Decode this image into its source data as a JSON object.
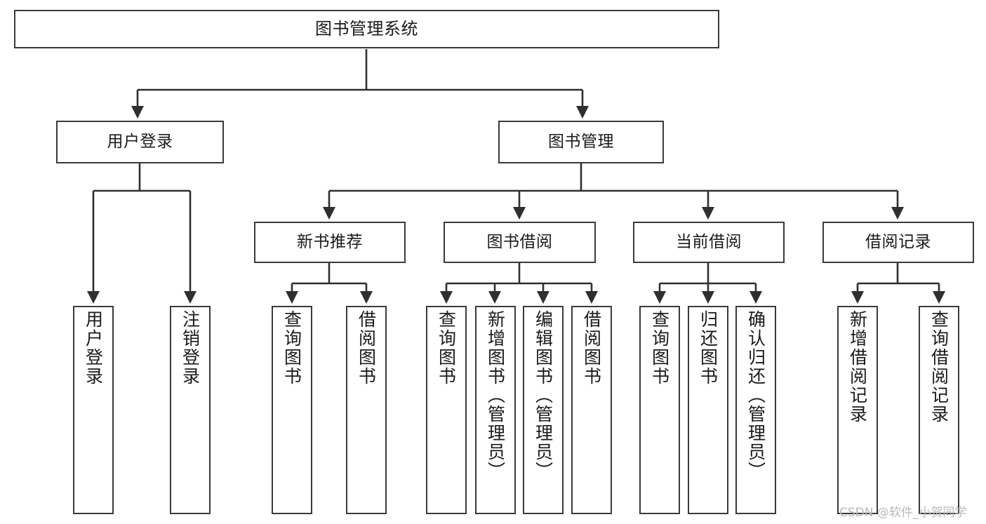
{
  "diagram": {
    "type": "tree",
    "title": "图书管理系统",
    "orientation": "top-down",
    "colors": {
      "box_stroke": "#3a3a3a",
      "box_fill": "#ffffff",
      "edge": "#2f2f2f",
      "text": "#1a1a1a",
      "watermark": "#b9b9b9"
    },
    "nodes": {
      "root": {
        "label": "图书管理系统"
      },
      "level2": [
        {
          "id": "user-login",
          "label": "用户登录"
        },
        {
          "id": "book-management",
          "label": "图书管理"
        }
      ],
      "level3": [
        {
          "id": "new-book-recommend",
          "label": "新书推荐"
        },
        {
          "id": "book-borrow",
          "label": "图书借阅"
        },
        {
          "id": "current-borrow",
          "label": "当前借阅"
        },
        {
          "id": "borrow-record",
          "label": "借阅记录"
        }
      ],
      "leaves": {
        "user-login": [
          {
            "id": "leaf-user-login",
            "label": "用户登录"
          },
          {
            "id": "leaf-logout",
            "label": "注销登录"
          }
        ],
        "new-book-recommend": [
          {
            "id": "leaf-query-book-1",
            "label": "查询图书"
          },
          {
            "id": "leaf-borrow-book-1",
            "label": "借阅图书"
          }
        ],
        "book-borrow": [
          {
            "id": "leaf-query-book-2",
            "label": "查询图书"
          },
          {
            "id": "leaf-add-book",
            "label": "新增图书（管理员）"
          },
          {
            "id": "leaf-edit-book",
            "label": "编辑图书（管理员）"
          },
          {
            "id": "leaf-borrow-book-2",
            "label": "借阅图书"
          }
        ],
        "current-borrow": [
          {
            "id": "leaf-query-book-3",
            "label": "查询图书"
          },
          {
            "id": "leaf-return-book",
            "label": "归还图书"
          },
          {
            "id": "leaf-confirm-return",
            "label": "确认归还（管理员）"
          }
        ],
        "borrow-record": [
          {
            "id": "leaf-add-record",
            "label": "新增借阅记录"
          },
          {
            "id": "leaf-query-record",
            "label": "查询借阅记录"
          }
        ]
      }
    },
    "watermark": "CSDN @软件_小贺同学"
  }
}
